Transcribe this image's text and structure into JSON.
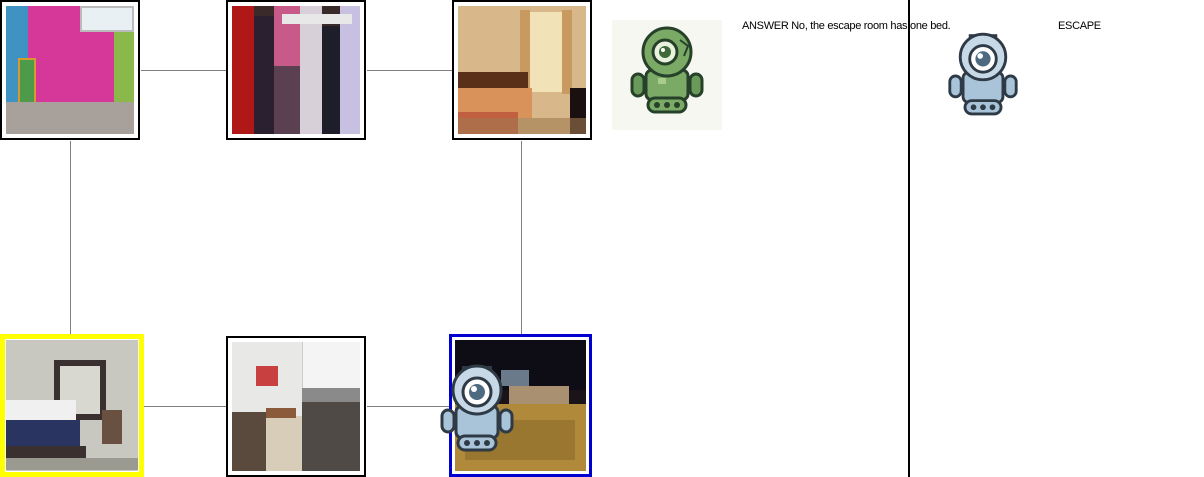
{
  "answer_text": "ANSWER No, the escape room has one bed.",
  "escape_label": "ESCAPE",
  "colors": {
    "start_border": "#ffff00",
    "current_border": "#0000d0",
    "edge": "#808080",
    "guide_robot": "#6a9a5a",
    "player_robot": "#a9c4d8"
  },
  "rooms": [
    {
      "id": "attic-room",
      "scene": "pink attic room with skylight"
    },
    {
      "id": "closet",
      "scene": "cluttered clothes closet"
    },
    {
      "id": "hotel-room",
      "scene": "hotel room with two beds"
    },
    {
      "id": "bedroom",
      "scene": "bedroom with navy bedspread"
    },
    {
      "id": "kitchen",
      "scene": "galley kitchen"
    },
    {
      "id": "home-theater",
      "scene": "dark home theater"
    }
  ],
  "icons": {
    "guide": "green-robot-icon",
    "player": "blue-robot-icon",
    "escape": "blue-robot-icon"
  }
}
